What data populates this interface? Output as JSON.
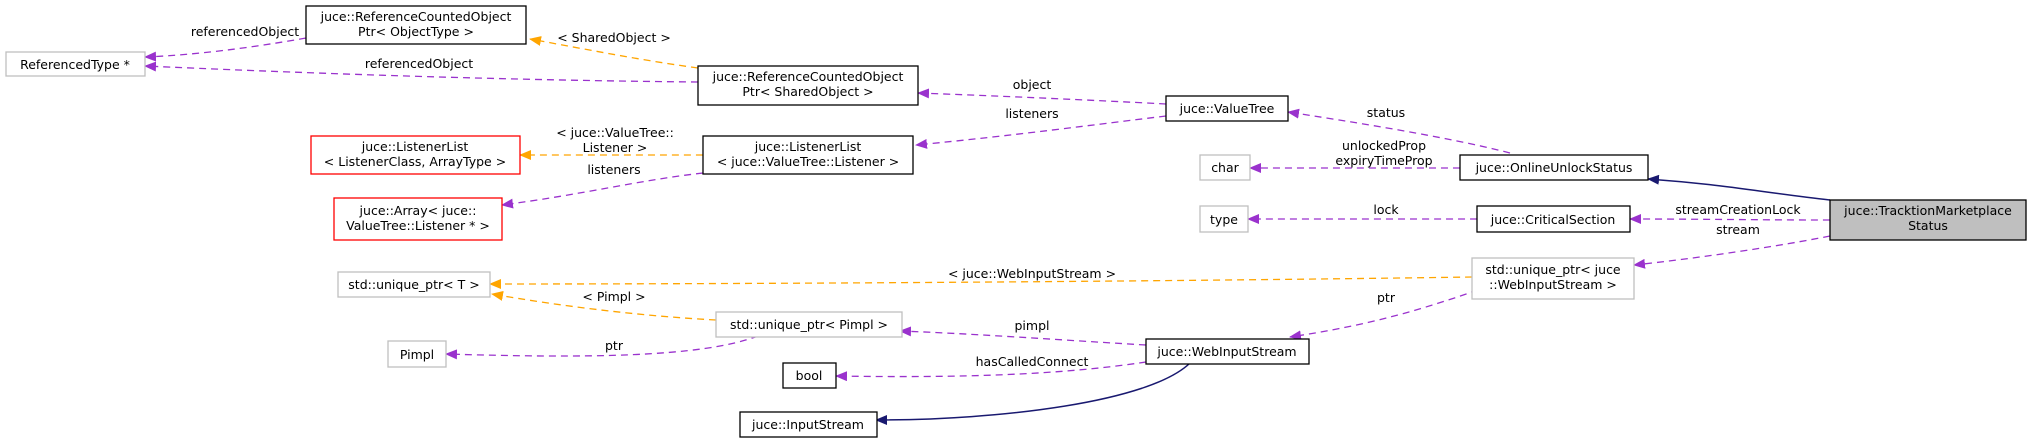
{
  "nodes": {
    "referencedType": [
      "ReferencedType *"
    ],
    "refCountedObjType": [
      "juce::ReferenceCountedObject",
      "Ptr< ObjectType >"
    ],
    "refCountedShared": [
      "juce::ReferenceCountedObject",
      "Ptr< SharedObject >"
    ],
    "valueTree": [
      "juce::ValueTree"
    ],
    "listenerListGeneric": [
      "juce::ListenerList",
      "< ListenerClass, ArrayType >"
    ],
    "listenerListVT": [
      "juce::ListenerList",
      "< juce::ValueTree::Listener >"
    ],
    "arrayListener": [
      "juce::Array< juce::",
      "ValueTree::Listener * >"
    ],
    "charType": [
      "char"
    ],
    "onlineUnlock": [
      "juce::OnlineUnlockStatus"
    ],
    "typeType": [
      "type"
    ],
    "criticalSection": [
      "juce::CriticalSection"
    ],
    "tracktion": [
      "juce::TracktionMarketplace",
      "Status"
    ],
    "uniquePtrT": [
      "std::unique_ptr< T >"
    ],
    "uniquePtrWIS": [
      "std::unique_ptr< juce",
      "::WebInputStream >"
    ],
    "uniquePtrPimpl": [
      "std::unique_ptr< Pimpl >"
    ],
    "pimpl": [
      "Pimpl"
    ],
    "boolType": [
      "bool"
    ],
    "webInputStream": [
      "juce::WebInputStream"
    ],
    "inputStream": [
      "juce::InputStream"
    ]
  },
  "edges": {
    "refObj1": [
      "referencedObject"
    ],
    "sharedObject": [
      "< SharedObject >"
    ],
    "refObj2": [
      "referencedObject"
    ],
    "object": [
      "object"
    ],
    "listeners1": [
      "listeners"
    ],
    "status": [
      "status"
    ],
    "vtListener": [
      "< juce::ValueTree::",
      "Listener >"
    ],
    "listeners2": [
      "listeners"
    ],
    "unlockedProp": [
      "unlockedProp",
      "expiryTimeProp"
    ],
    "lock": [
      "lock"
    ],
    "streamCreationLock": [
      "streamCreationLock"
    ],
    "stream": [
      "stream"
    ],
    "wisTemplate": [
      "< juce::WebInputStream >"
    ],
    "pimplTemplate": [
      "< Pimpl >"
    ],
    "ptr1": [
      "ptr"
    ],
    "pimplMember": [
      "pimpl"
    ],
    "ptr2": [
      "ptr"
    ],
    "hasCalledConnect": [
      "hasCalledConnect"
    ]
  },
  "colors": {
    "member": "#9a32cd",
    "template": "#ffa500",
    "inheritance": "#191970",
    "focus": "#bfbfbf"
  }
}
